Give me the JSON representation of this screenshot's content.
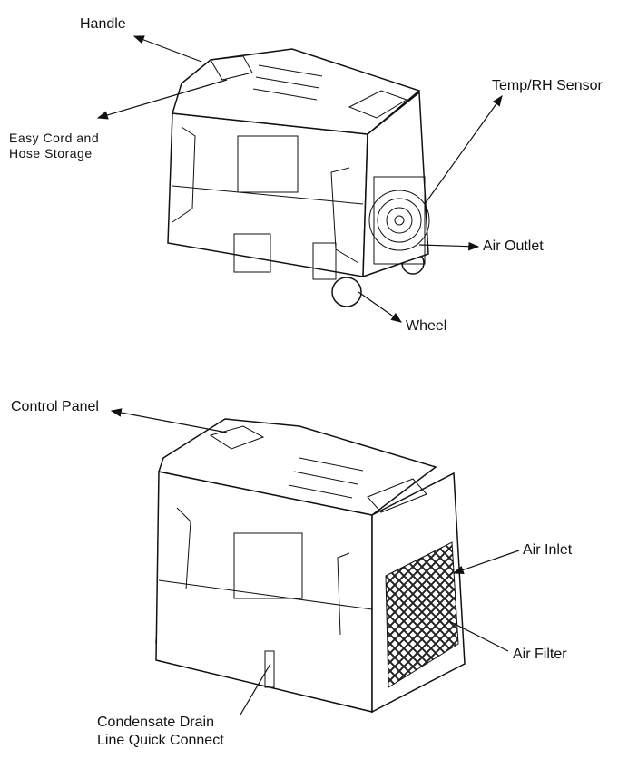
{
  "figure": {
    "top_unit": {
      "labels": {
        "handle": "Handle",
        "cord_storage_line1": "Easy Cord and",
        "cord_storage_line2": "Hose Storage",
        "sensor": "Temp/RH Sensor",
        "air_outlet": "Air Outlet",
        "wheel": "Wheel"
      }
    },
    "bottom_unit": {
      "labels": {
        "control_panel": "Control Panel",
        "air_inlet": "Air Inlet",
        "air_filter": "Air Filter",
        "drain_line1": "Condensate Drain",
        "drain_line2": "Line Quick Connect"
      }
    }
  }
}
